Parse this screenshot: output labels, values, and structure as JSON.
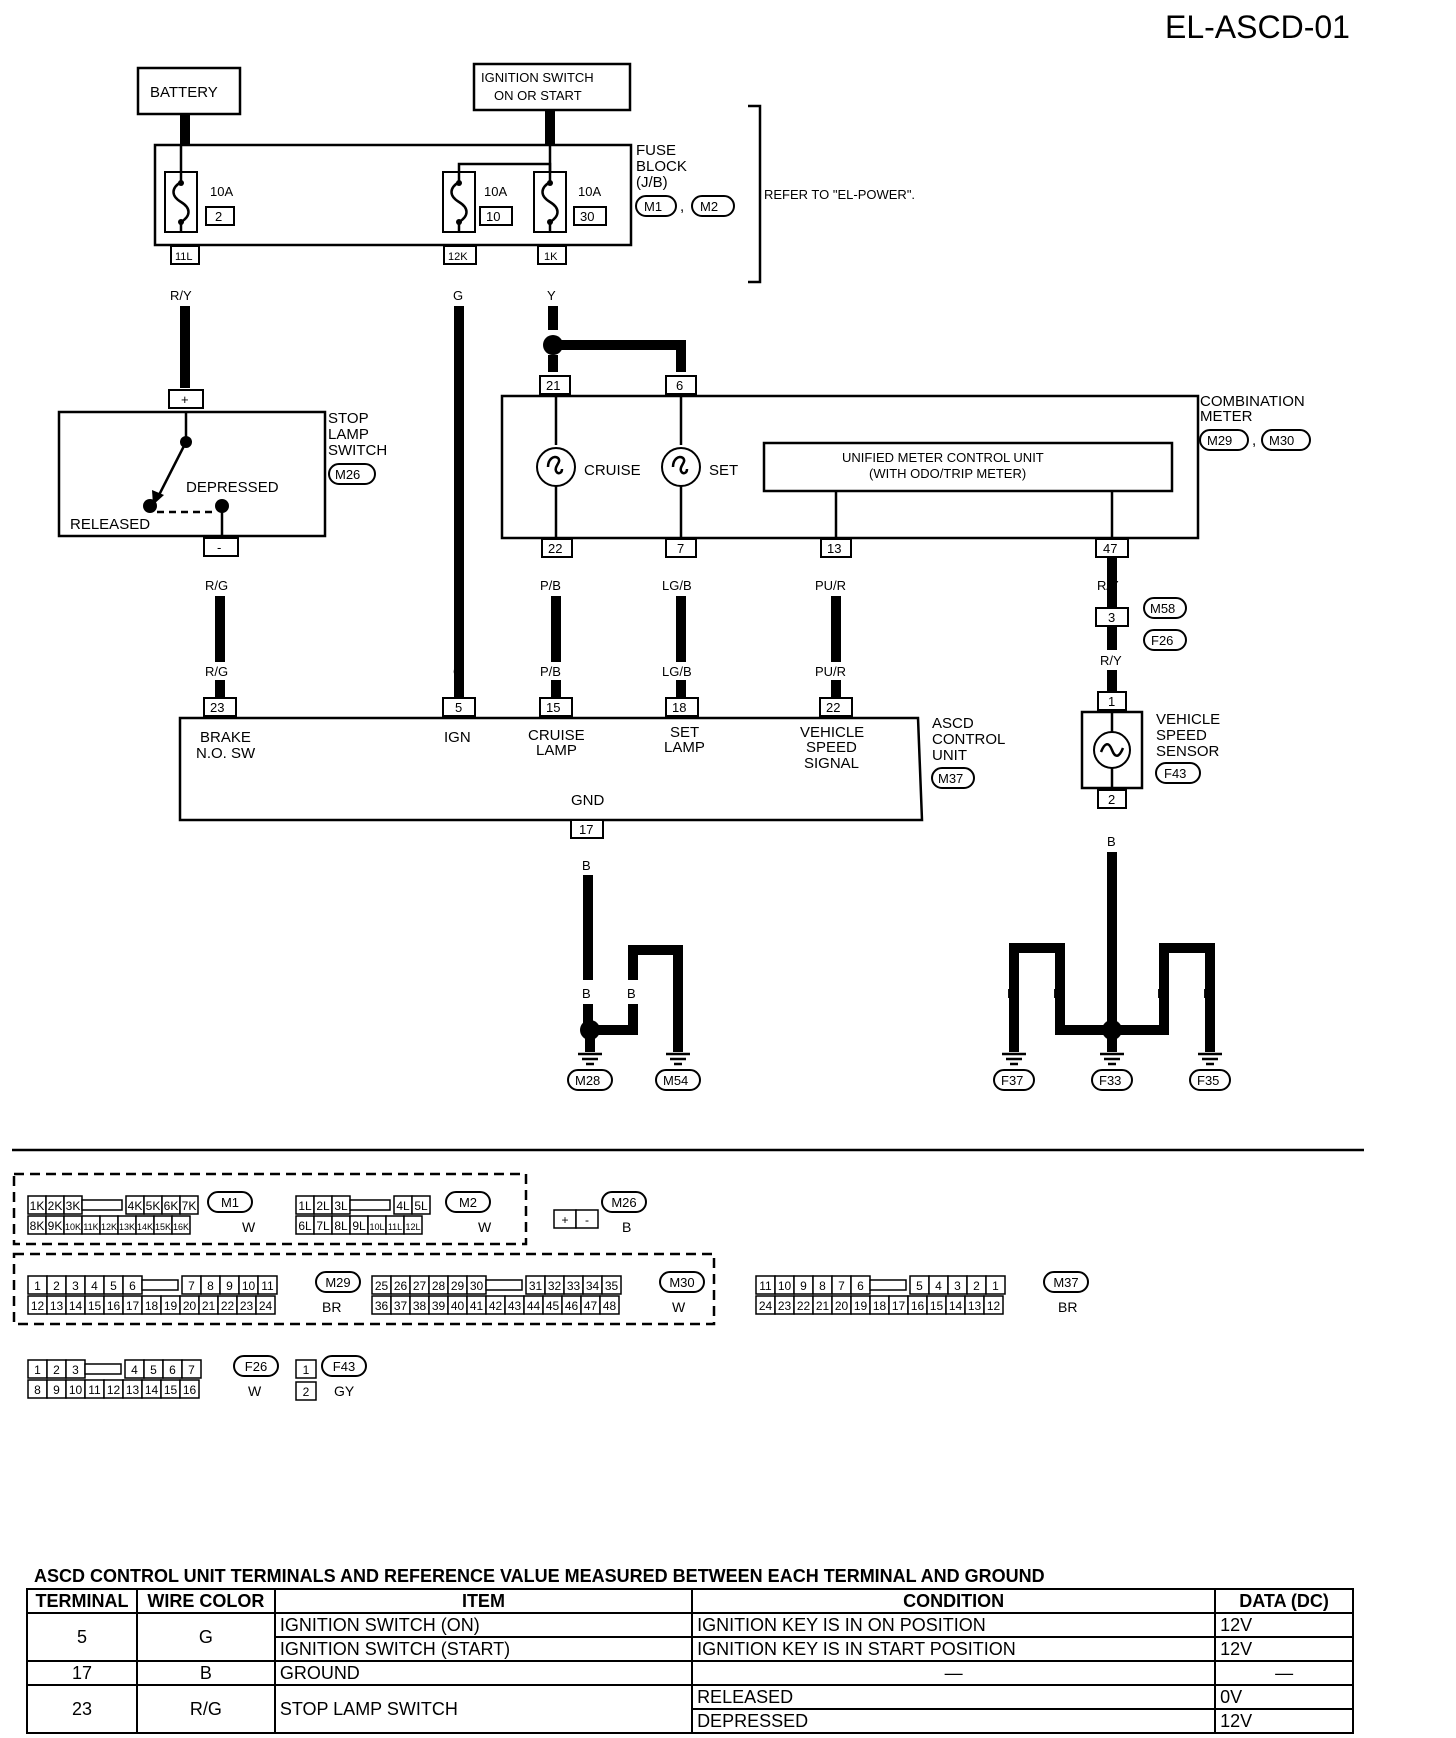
{
  "page_code": "EL-ASCD-01",
  "components": {
    "battery": "BATTERY",
    "ignition_switch_line1": "IGNITION SWITCH",
    "ignition_switch_line2": "ON OR START",
    "fuse_block": [
      "FUSE",
      "BLOCK",
      "(J/B)"
    ],
    "fuse_block_connectors": [
      "M1",
      "M2"
    ],
    "refer": "REFER TO \"EL-POWER\".",
    "fuses": [
      {
        "amp": "10A",
        "number": "2",
        "terminal": "11L"
      },
      {
        "amp": "10A",
        "number": "10",
        "terminal": "12K"
      },
      {
        "amp": "10A",
        "number": "30",
        "terminal": "1K"
      }
    ],
    "stop_lamp_switch": [
      "STOP",
      "LAMP",
      "SWITCH"
    ],
    "stop_lamp_connector": "M26",
    "stop_lamp_states": {
      "depressed": "DEPRESSED",
      "released": "RELEASED"
    },
    "stop_lamp_terms": {
      "plus": "+",
      "minus": "-"
    },
    "combination_meter": [
      "COMBINATION",
      "METER"
    ],
    "combination_meter_connectors": [
      "M29",
      "M30"
    ],
    "cruise": "CRUISE",
    "set": "SET",
    "unified_meter_line1": "UNIFIED METER CONTROL UNIT",
    "unified_meter_line2": "(WITH ODO/TRIP METER)",
    "meter_terminals_top": [
      "21",
      "6"
    ],
    "meter_terminals_bottom": [
      "22",
      "7",
      "13",
      "47"
    ],
    "intermediate_connector": {
      "terminal": "3",
      "connectors": [
        "M58",
        "F26"
      ]
    },
    "vehicle_speed_sensor": [
      "VEHICLE",
      "SPEED",
      "SENSOR"
    ],
    "vss_connector": "F43",
    "vss_terminals": [
      "1",
      "2"
    ],
    "ascd_unit": [
      "ASCD",
      "CONTROL",
      "UNIT"
    ],
    "ascd_connector": "M37",
    "ascd_terminals": [
      {
        "num": "23",
        "label1": "BRAKE",
        "label2": "N.O. SW"
      },
      {
        "num": "5",
        "label1": "IGN",
        "label2": ""
      },
      {
        "num": "15",
        "label1": "CRUISE",
        "label2": "LAMP"
      },
      {
        "num": "18",
        "label1": "SET",
        "label2": "LAMP"
      },
      {
        "num": "22",
        "label1": "VEHICLE",
        "label2": "SPEED",
        "label3": "SIGNAL"
      }
    ],
    "gnd_label": "GND",
    "gnd_terminal": "17",
    "grounds_left": [
      "M28",
      "M54"
    ],
    "grounds_right": [
      "F37",
      "F33",
      "F35"
    ]
  },
  "wire_colors": {
    "ry": "R/Y",
    "g": "G",
    "y": "Y",
    "rg": "R/G",
    "pb": "P/B",
    "lgb": "LG/B",
    "pur": "PU/R",
    "b": "B"
  },
  "connector_views": {
    "m1": {
      "id": "M1",
      "color": "W",
      "row1": [
        "1K",
        "2K",
        "3K",
        "4K",
        "5K",
        "6K",
        "7K"
      ],
      "row2": [
        "8K",
        "9K",
        "10K",
        "11K",
        "12K",
        "13K",
        "14K",
        "15K",
        "16K"
      ]
    },
    "m2": {
      "id": "M2",
      "color": "W",
      "row1": [
        "1L",
        "2L",
        "3L",
        "4L",
        "5L"
      ],
      "row2": [
        "6L",
        "7L",
        "8L",
        "9L",
        "10L",
        "11L",
        "12L"
      ]
    },
    "m26": {
      "id": "M26",
      "color": "B",
      "row1": [
        "+",
        "-"
      ]
    },
    "m29": {
      "id": "M29",
      "color": "BR",
      "row1": [
        "1",
        "2",
        "3",
        "4",
        "5",
        "6",
        "7",
        "8",
        "9",
        "10",
        "11"
      ],
      "row2": [
        "12",
        "13",
        "14",
        "15",
        "16",
        "17",
        "18",
        "19",
        "20",
        "21",
        "22",
        "23",
        "24"
      ]
    },
    "m30": {
      "id": "M30",
      "color": "W",
      "row1": [
        "25",
        "26",
        "27",
        "28",
        "29",
        "30",
        "31",
        "32",
        "33",
        "34",
        "35"
      ],
      "row2": [
        "36",
        "37",
        "38",
        "39",
        "40",
        "41",
        "42",
        "43",
        "44",
        "45",
        "46",
        "47",
        "48"
      ]
    },
    "m37": {
      "id": "M37",
      "color": "BR",
      "row1": [
        "11",
        "10",
        "9",
        "8",
        "7",
        "6",
        "5",
        "4",
        "3",
        "2",
        "1"
      ],
      "row2": [
        "24",
        "23",
        "22",
        "21",
        "20",
        "19",
        "18",
        "17",
        "16",
        "15",
        "14",
        "13",
        "12"
      ]
    },
    "f26": {
      "id": "F26",
      "color": "W",
      "row1": [
        "1",
        "2",
        "3",
        "4",
        "5",
        "6",
        "7"
      ],
      "row2": [
        "8",
        "9",
        "10",
        "11",
        "12",
        "13",
        "14",
        "15",
        "16"
      ]
    },
    "f43": {
      "id": "F43",
      "color": "GY",
      "row1": [
        "1",
        "2"
      ]
    }
  },
  "table": {
    "caption": "ASCD CONTROL UNIT TERMINALS AND REFERENCE VALUE MEASURED BETWEEN EACH TERMINAL AND GROUND",
    "headers": [
      "TERMINAL",
      "WIRE COLOR",
      "ITEM",
      "CONDITION",
      "DATA (DC)"
    ],
    "rows": [
      {
        "terminal": "5",
        "wire": "G",
        "items": [
          "IGNITION SWITCH (ON)",
          "IGNITION SWITCH (START)"
        ],
        "conditions": [
          "IGNITION KEY IS IN ON POSITION",
          "IGNITION KEY IS IN START POSITION"
        ],
        "data": [
          "12V",
          "12V"
        ]
      },
      {
        "terminal": "17",
        "wire": "B",
        "items": [
          "GROUND"
        ],
        "conditions": [
          "—"
        ],
        "data": [
          "—"
        ]
      },
      {
        "terminal": "23",
        "wire": "R/G",
        "items": [
          "STOP LAMP SWITCH"
        ],
        "conditions": [
          "RELEASED",
          "DEPRESSED"
        ],
        "data": [
          "0V",
          "12V"
        ]
      }
    ]
  }
}
